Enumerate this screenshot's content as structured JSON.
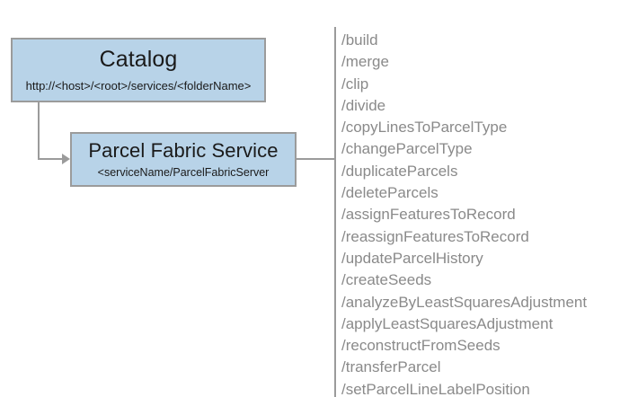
{
  "diagram": {
    "nodes": [
      {
        "id": "catalog",
        "title": "Catalog",
        "subtitle": "http://<host>/<root>/services/<folderName>"
      },
      {
        "id": "parcel-fabric-service",
        "title": "Parcel Fabric Service",
        "subtitle": "<serviceName/ParcelFabricServer"
      }
    ],
    "operations": [
      "/build",
      "/merge",
      "/clip",
      "/divide",
      "/copyLinesToParcelType",
      "/changeParcelType",
      "/duplicateParcels",
      "/deleteParcels",
      "/assignFeaturesToRecord",
      "/reassignFeaturesToRecord",
      "/updateParcelHistory",
      "/createSeeds",
      "/analyzeByLeastSquaresAdjustment",
      "/applyLeastSquaresAdjustment",
      "/reconstructFromSeeds",
      "/transferParcel",
      "/setParcelLineLabelPosition"
    ],
    "colors": {
      "node_fill": "#b8d3e8",
      "node_border": "#9b9b9b",
      "connector": "#9b9b9b",
      "operation_text": "#8a8a8a",
      "background": "#ffffff"
    }
  }
}
